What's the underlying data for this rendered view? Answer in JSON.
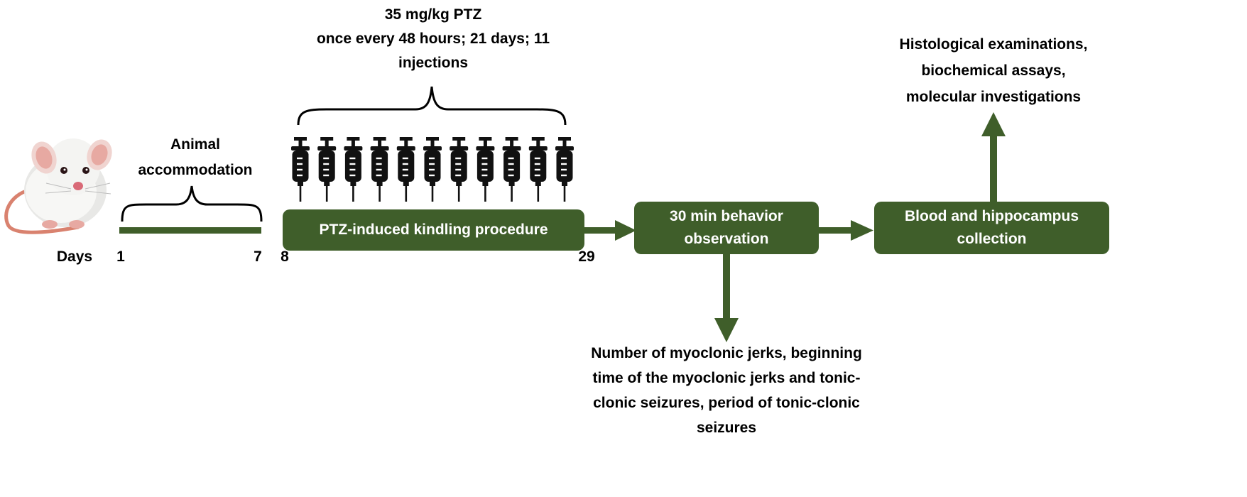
{
  "colors": {
    "accent": "#3f5e2a",
    "text": "#000000",
    "box_text": "#ffffff"
  },
  "icons": {
    "animal": "rat-icon",
    "injection": "syringe-icon"
  },
  "injections": {
    "count": 11
  },
  "dose_label": [
    "35 mg/kg PTZ",
    "once every 48 hours; 21 days; 11",
    "injections"
  ],
  "accommodation_label": [
    "Animal",
    "accommodation"
  ],
  "timeline": {
    "days_label": "Days",
    "day_1": "1",
    "day_7": "7",
    "day_8": "8",
    "day_29": "29"
  },
  "steps": {
    "kindling": "PTZ-induced kindling procedure",
    "observation": [
      "30 min behavior",
      "observation"
    ],
    "collection": [
      "Blood and hippocampus",
      "collection"
    ]
  },
  "outcomes": {
    "behavior": [
      "Number of myoclonic jerks, beginning",
      "time of the myoclonic jerks and tonic-",
      "clonic seizures, period of tonic-clonic",
      "seizures"
    ],
    "analysis": [
      "Histological examinations,",
      "biochemical assays,",
      "molecular investigations"
    ]
  }
}
